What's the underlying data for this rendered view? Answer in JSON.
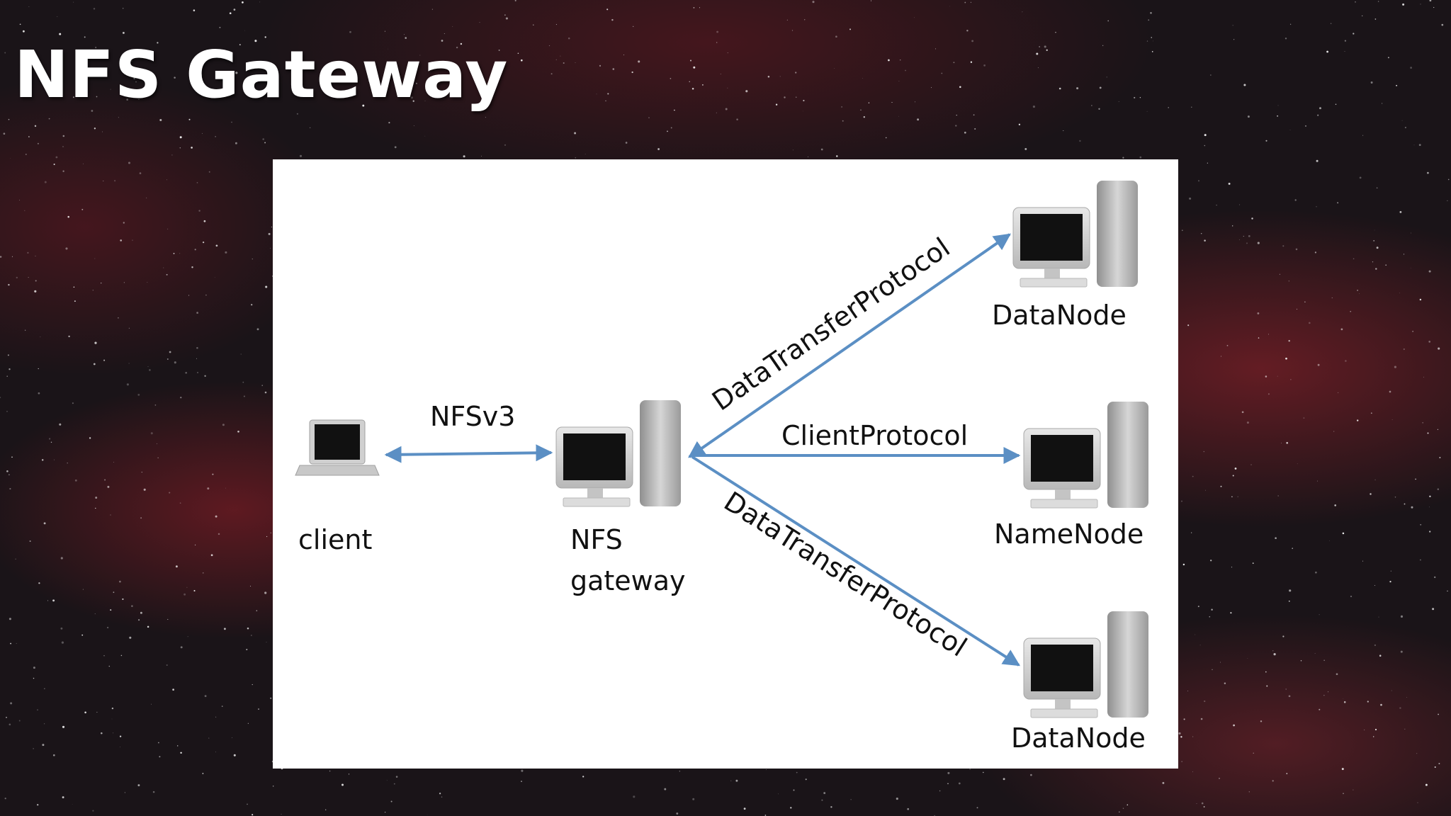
{
  "slide": {
    "title": "NFS Gateway"
  },
  "diagram": {
    "nodes": {
      "client": "client",
      "gateway_line1": "NFS",
      "gateway_line2": "gateway",
      "datanode_top": "DataNode",
      "namenode": "NameNode",
      "datanode_bottom": "DataNode"
    },
    "edges": {
      "client_gateway": "NFSv3",
      "gateway_datanode_top": "DataTransferProtocol",
      "gateway_namenode": "ClientProtocol",
      "gateway_datanode_bottom": "DataTransferProtocol"
    },
    "colors": {
      "arrow": "#5b8fc4",
      "panel": "#ffffff",
      "title": "#ffffff"
    }
  }
}
